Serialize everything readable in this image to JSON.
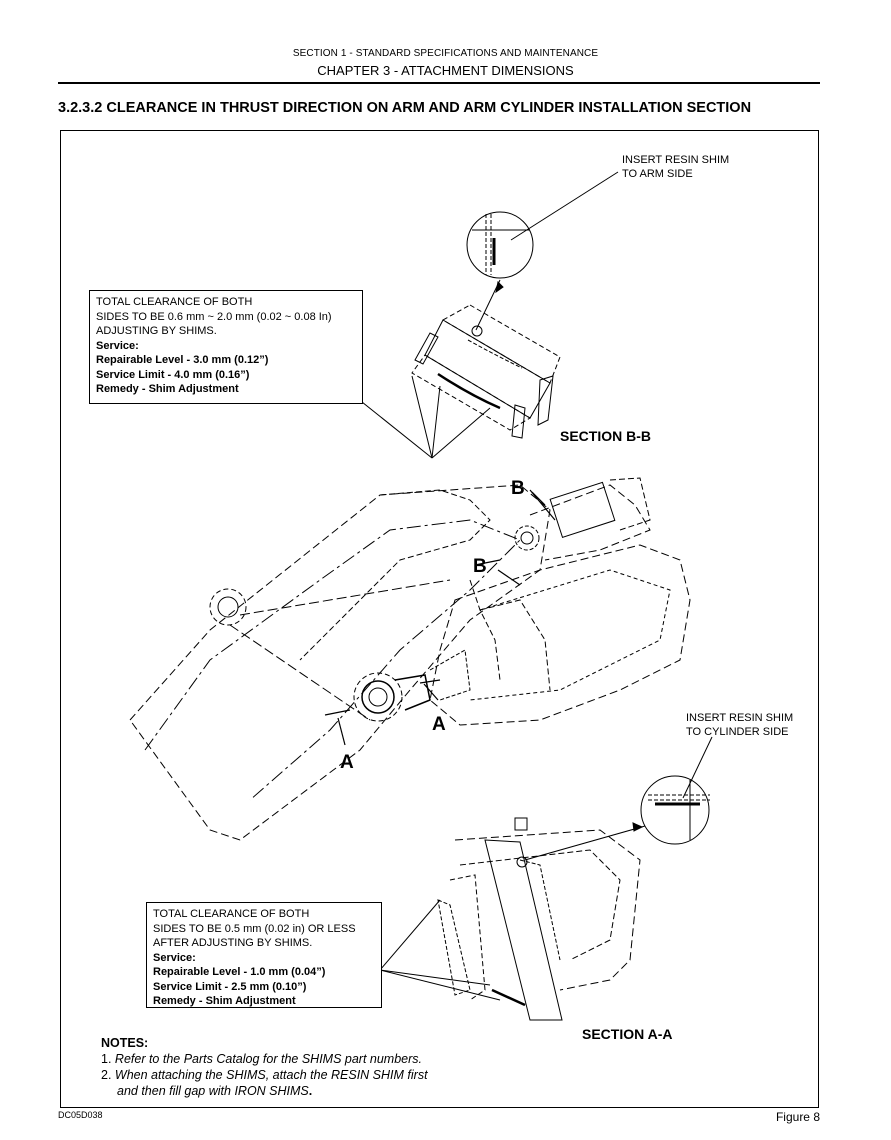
{
  "header": {
    "section": "SECTION 1 - STANDARD SPECIFICATIONS AND MAINTENANCE",
    "chapter": "CHAPTER 3 - ATTACHMENT DIMENSIONS"
  },
  "title": "3.2.3.2 CLEARANCE IN THRUST DIRECTION ON ARM AND ARM CYLINDER INSTALLATION SECTION",
  "labels": {
    "insert_arm_1": "INSERT RESIN SHIM",
    "insert_arm_2": "TO ARM SIDE",
    "insert_cyl_1": "INSERT RESIN SHIM",
    "insert_cyl_2": "TO CYLINDER SIDE",
    "section_bb": "SECTION B-B",
    "section_aa": "SECTION A-A",
    "letter_b_top": "B",
    "letter_b_bottom": "B",
    "letter_a_right": "A",
    "letter_a_left": "A"
  },
  "callout_bb": {
    "line1": "TOTAL CLEARANCE OF BOTH",
    "line2": "SIDES TO BE 0.6 mm ~ 2.0 mm (0.02 ~ 0.08 In)",
    "line3": "ADJUSTING BY SHIMS.",
    "service": "Service:",
    "repairable": "Repairable Level - 3.0 mm (0.12”)",
    "limit": "Service Limit - 4.0 mm (0.16”)",
    "remedy": "Remedy - Shim Adjustment"
  },
  "callout_aa": {
    "line1": "TOTAL CLEARANCE OF BOTH",
    "line2": "SIDES TO BE 0.5 mm (0.02 in) OR LESS",
    "line3": "AFTER ADJUSTING BY SHIMS.",
    "service": "Service:",
    "repairable": "Repairable Level - 1.0 mm (0.04”)",
    "limit": "Service Limit - 2.5 mm (0.10”)",
    "remedy": "Remedy - Shim Adjustment"
  },
  "notes": {
    "heading": "NOTES:",
    "n1_num": "1.",
    "n1": "Refer to the Parts Catalog for the SHIMS part numbers.",
    "n2_num": "2.",
    "n2_a": "When attaching the SHIMS, attach the RESIN SHIM first",
    "n2_b": "and then fill gap with IRON SHIMS",
    "n2_end": "."
  },
  "footer": {
    "doc_id": "DC05D038",
    "figure": "Figure 8"
  }
}
